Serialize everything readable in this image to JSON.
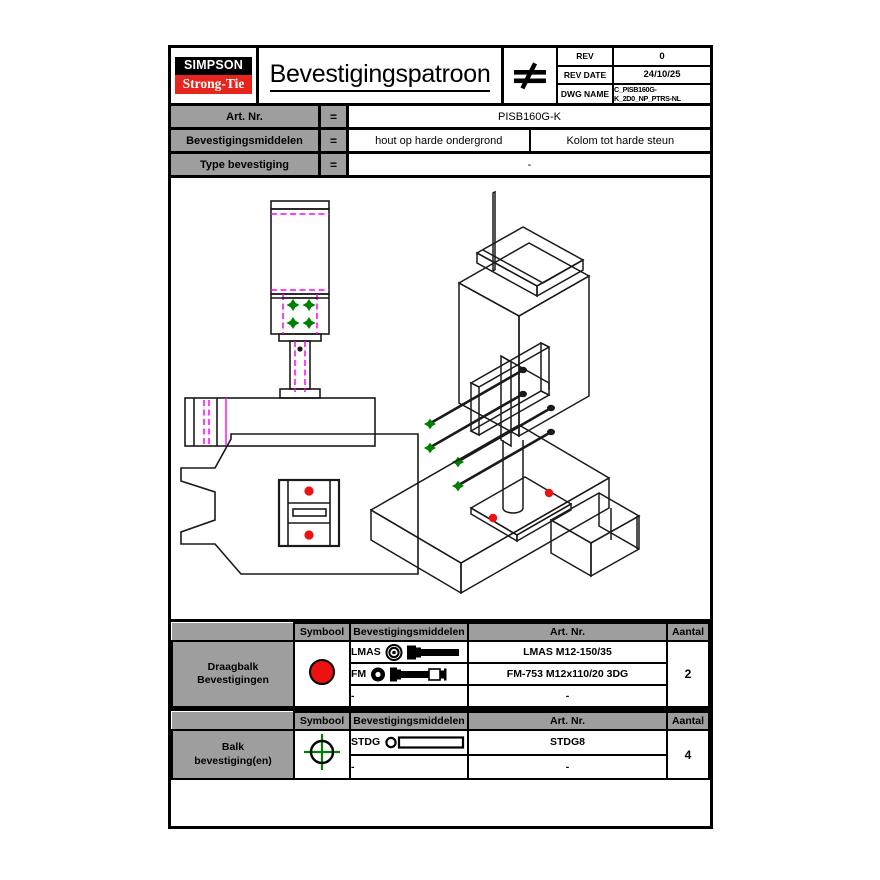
{
  "title_block": {
    "logo_top": "SIMPSON",
    "logo_bottom": "Strong-Tie",
    "drawing_title": "Bevestigingspatroon",
    "scale_symbol": "≠",
    "rev_label": "REV",
    "rev_value": "0",
    "rev_date_label": "REV DATE",
    "rev_date_value": "24/10/25",
    "dwg_name_label": "DWG NAME",
    "dwg_name_value": "C_PISB160G-K_2D0_NP_PTRS-NL"
  },
  "spec": {
    "rows": [
      {
        "label": "Art. Nr.",
        "eq": "=",
        "value": "PISB160G-K"
      },
      {
        "label": "Bevestigingsmiddelen",
        "eq": "=",
        "value_left": "hout op harde ondergrond",
        "value_right": "Kolom tot harde steun"
      },
      {
        "label": "Type bevestiging",
        "eq": "=",
        "value": "-"
      }
    ]
  },
  "bom": {
    "headers": {
      "symbool": "Symbool",
      "bevestigingsmiddelen": "Bevestigingsmiddelen",
      "art_nr": "Art. Nr.",
      "aantal": "Aantal"
    },
    "tables": [
      {
        "group_label_line1": "Draagbalk",
        "group_label_line2": "Bevestigingen",
        "symbol": "red-filled-circle",
        "symbol_color": "#ee1111",
        "quantity": "2",
        "rows": [
          {
            "fastener": "LMAS",
            "icon": "washer-hex-bolt-icon",
            "art_nr": "LMAS M12-150/35"
          },
          {
            "fastener": "FM",
            "icon": "washer-expansion-anchor-icon",
            "art_nr": "FM-753 M12x110/20 3DG"
          },
          {
            "fastener": "-",
            "icon": "none",
            "art_nr": "-"
          }
        ]
      },
      {
        "group_label_line1": "Balk",
        "group_label_line2": "bevestiging(en)",
        "symbol": "green-crosshair-circle",
        "symbol_color": "#008000",
        "quantity": "4",
        "rows": [
          {
            "fastener": "STDG",
            "icon": "washer-dowel-icon",
            "art_nr": "STDG8"
          },
          {
            "fastener": "-",
            "icon": "none",
            "art_nr": "-"
          }
        ]
      }
    ]
  },
  "drawing": {
    "views": [
      {
        "name": "front-elevation-view",
        "description": "Column on base plate bolted to timber beam, front elevation"
      },
      {
        "name": "side-elevation-view",
        "description": "Timber beam side elevation with hidden lines"
      },
      {
        "name": "plan-view",
        "description": "Plan view of notched timber member with base plate and two anchors"
      },
      {
        "name": "isometric-3d-view",
        "description": "3D isometric assembly of column, bracket and notched timber support"
      }
    ],
    "colors": {
      "outline": "#1a1a1a",
      "hidden_line": "#ff00ff",
      "bolt_marker": "#008000",
      "anchor_marker": "#ee1111"
    }
  }
}
